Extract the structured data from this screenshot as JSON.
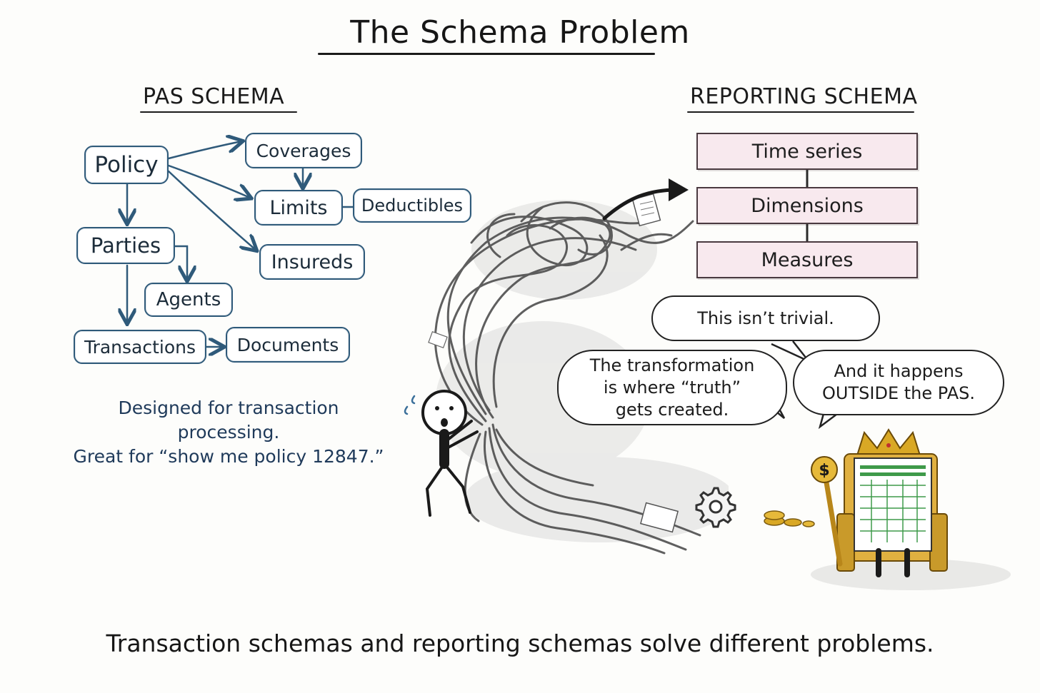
{
  "title": "The Schema Problem",
  "pas": {
    "heading": "PAS SCHEMA",
    "boxes": {
      "policy": "Policy",
      "coverages": "Coverages",
      "limits": "Limits",
      "deductibles": "Deductibles",
      "insureds": "Insureds",
      "parties": "Parties",
      "agents": "Agents",
      "transactions": "Transactions",
      "documents": "Documents"
    },
    "caption_line1": "Designed for transaction",
    "caption_line2": "processing.",
    "caption_line3": "Great for “show me policy 12847.”"
  },
  "reporting": {
    "heading": "REPORTING SCHEMA",
    "layers": [
      "Time series",
      "Dimensions",
      "Measures"
    ]
  },
  "bubbles": {
    "trivial": "This isn’t trivial.",
    "transformation_line1": "The transformation",
    "transformation_line2": "is where “truth”",
    "transformation_line3": "gets created.",
    "outside_line1": "And it happens",
    "outside_line2": "OUTSIDE the PAS."
  },
  "footer": "Transaction schemas and reporting schemas solve different problems.",
  "colors": {
    "pas_border": "#2f5a7a",
    "caption_text": "#1f3a5a",
    "reporting_fill": "#f8e9ee",
    "crown_gold": "#d9a825"
  },
  "icons": [
    "stick-figure-icon",
    "tangled-wires-icon",
    "gear-icon",
    "document-icon",
    "coins-icon",
    "crown-icon",
    "throne-icon",
    "spreadsheet-icon",
    "scepter-dollar-icon"
  ]
}
